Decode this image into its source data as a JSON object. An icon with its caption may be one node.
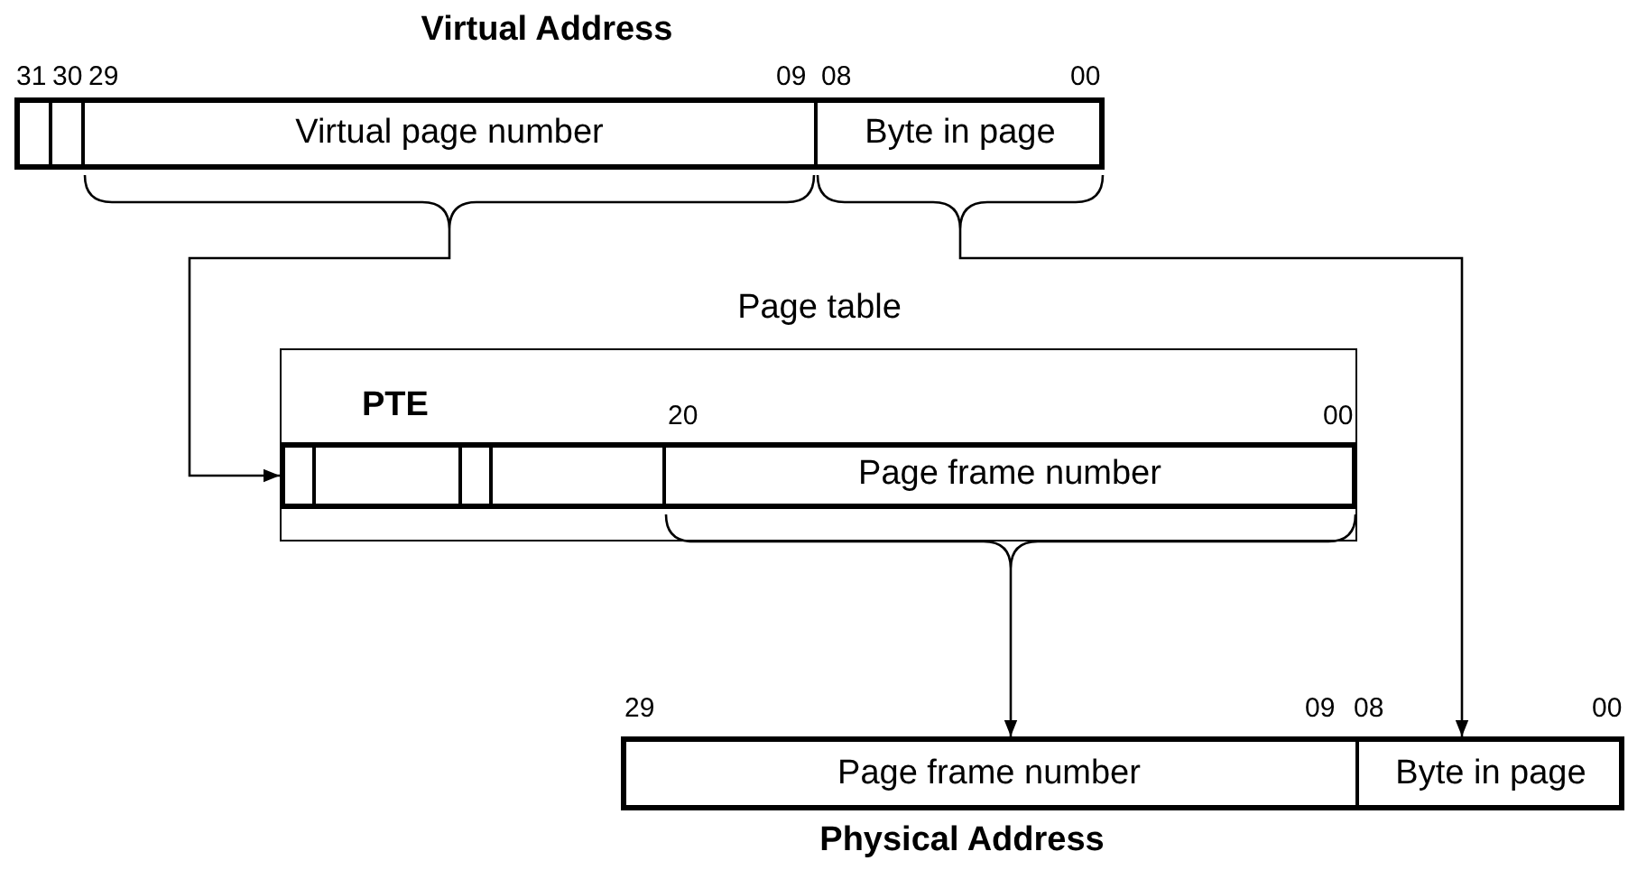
{
  "diagram": {
    "nodes": [
      {
        "text": [
          "Virtual Address"
        ]
      },
      {
        "text": [],
        "shape": "box",
        "in": 0
      },
      {
        "text": [],
        "shape": "box",
        "in": 0
      },
      {
        "text": [
          "Virtual page number"
        ],
        "in": 0
      },
      {
        "text": [
          "Byte in page"
        ],
        "in": 0
      },
      {
        "text": [
          "Page table"
        ]
      },
      {
        "text": [
          "PTE"
        ],
        "in": 5
      },
      {
        "text": [],
        "shape": "box",
        "in": 6
      },
      {
        "text": [],
        "shape": "box",
        "in": 6
      },
      {
        "text": [],
        "shape": "box",
        "in": 6
      },
      {
        "text": [],
        "shape": "box",
        "in": 6
      },
      {
        "text": [
          "Page frame number"
        ],
        "in": 6
      },
      {
        "text": [
          "Physical Address"
        ]
      },
      {
        "text": [
          "Page frame number"
        ],
        "in": 12
      },
      {
        "text": [
          "Byte in page"
        ],
        "in": 12
      }
    ],
    "edges": [
      {
        "from": 3,
        "to": 6,
        "arrow": "to"
      },
      {
        "from": 4,
        "to": 14,
        "arrow": "to"
      },
      {
        "from": 11,
        "to": 13,
        "arrow": "to"
      }
    ],
    "labels": [
      "31",
      "30",
      "29",
      "09",
      "08",
      "00",
      "20",
      "00",
      "29",
      "09",
      "08",
      "00"
    ]
  }
}
